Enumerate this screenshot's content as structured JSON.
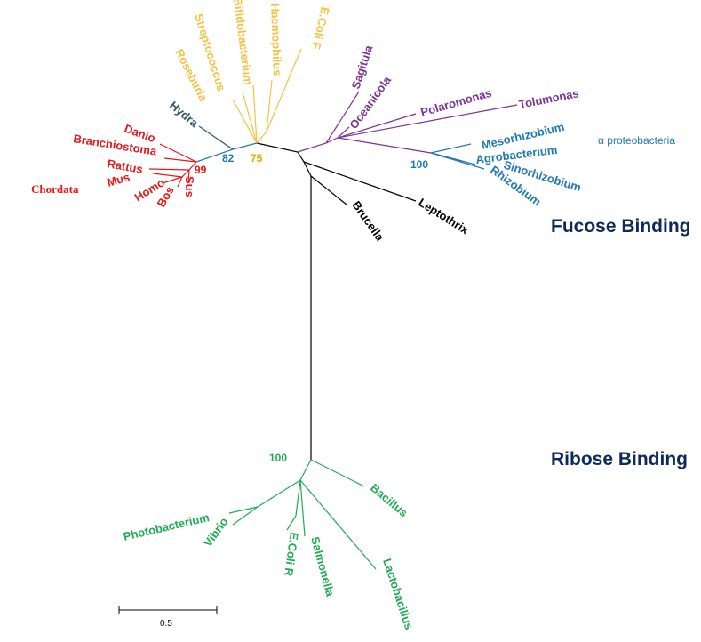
{
  "colors": {
    "chordata": "#e31a1c",
    "hydra": "#2b5a6b",
    "proteo_gamma": "#f5c242",
    "proteo_purple": "#7b3294",
    "alpha": "#1f78b4",
    "black": "#000000",
    "ribose": "#22aa55",
    "title": "#0d2a5a",
    "boot_82": "#1f78b4",
    "boot_75": "#e0a800"
  },
  "titles": {
    "fucose": "Fucose Binding",
    "ribose": "Ribose Binding"
  },
  "group_labels": {
    "chordata": "Chordata",
    "alpha": "α proteobacteria"
  },
  "bootstrap": {
    "b99": "99",
    "b82": "82",
    "b75": "75",
    "b100_alpha": "100",
    "b100_ribose": "100"
  },
  "scale_bar": {
    "label": "0.5"
  },
  "taxa": {
    "danio": "Danio",
    "branchiostoma": "Branchiostoma",
    "rattus": "Rattus",
    "mus": "Mus",
    "homo": "Homo",
    "bos": "Bos",
    "sus": "Sus",
    "hydra": "Hydra",
    "roseburia": "Roseburia",
    "streptococcus": "Streptococcus",
    "bifidobacterium": "Bifidobacterium",
    "haemophilus": "Haemophilus",
    "ecoli_f": "E.Coli F",
    "sagitula": "Sagitula",
    "oceanicola": "Oceanicola",
    "polaromonas": "Polaromonas",
    "tolumonas": "Tolumonas",
    "mesorhizobium": "Mesorhizobium",
    "agrobacterium": "Agrobacterium",
    "sinorhizobium": "Sinorhizobium",
    "rhizobium": "Rhizobium",
    "leptothrix": "Leptothrix",
    "brucella": "Brucella",
    "bacillus": "Bacillus",
    "lactobacillus": "Lactobacillus",
    "salmonella": "Salmonella",
    "ecoli_r": "E.Coli R",
    "vibrio": "Vibrio",
    "photobacterium": "Photobacterium"
  }
}
